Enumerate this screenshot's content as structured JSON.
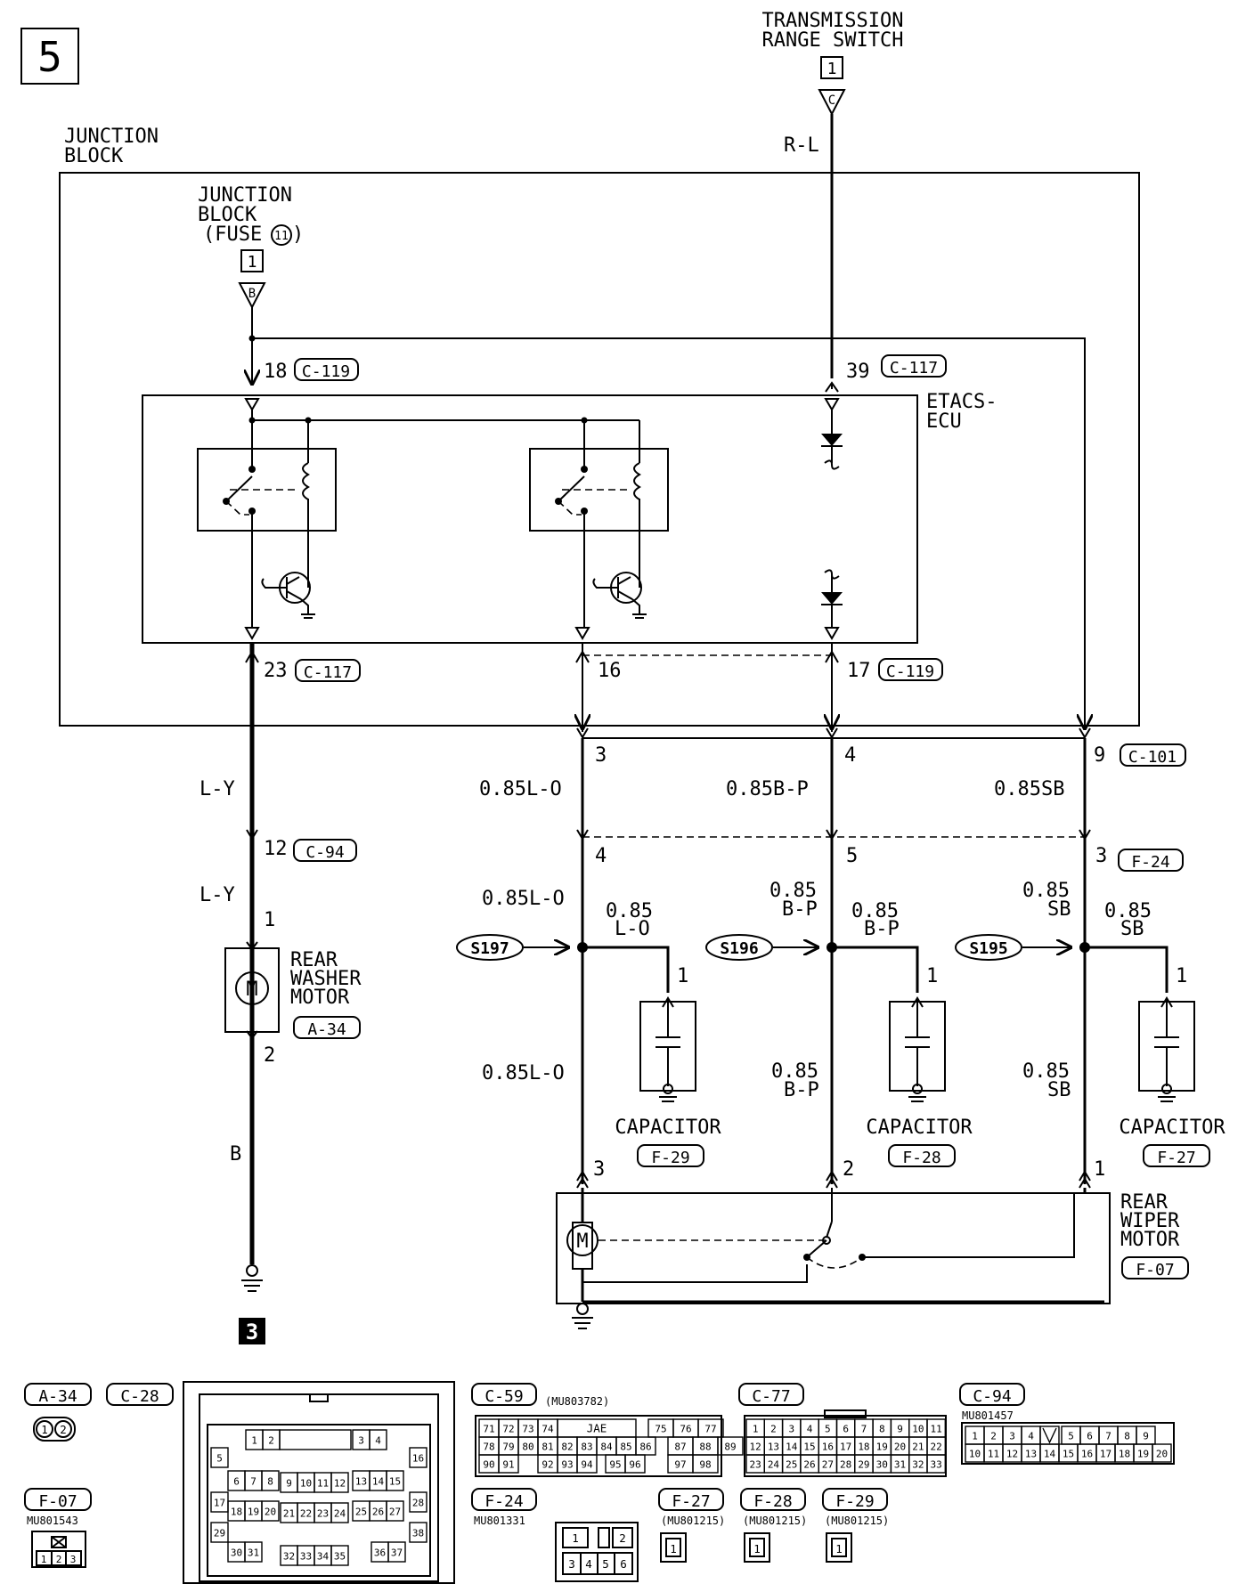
{
  "page_number": "5",
  "ground_ref": "3",
  "top_connector": {
    "label_line1": "TRANSMISSION",
    "label_line2": "RANGE SWITCH",
    "connector_no": "1",
    "letter": "C",
    "wire": "R-L"
  },
  "junction_block": {
    "line1": "JUNCTION",
    "line2": "BLOCK"
  },
  "fuse_source": {
    "line1": "JUNCTION",
    "line2": "BLOCK",
    "line3_prefix": "(FUSE",
    "fuse_no": "11",
    "line3_suffix": ")",
    "connector_no": "1",
    "letter": "B"
  },
  "etacs": {
    "line1": "ETACS-",
    "line2": "ECU"
  },
  "terminals": {
    "t18": "18",
    "c119a": "C-119",
    "t39": "39",
    "c117a": "C-117",
    "t23": "23",
    "c117b": "C-117",
    "t16": "16",
    "t17": "17",
    "c119b": "C-119",
    "t3a": "3",
    "t4a": "4",
    "t9": "9",
    "c101": "C-101",
    "t4b": "4",
    "t5": "5",
    "t3b": "3",
    "f24": "F-24",
    "t12": "12",
    "c94": "C-94",
    "wm1": "1",
    "wm2": "2",
    "rw3": "3",
    "rw2": "2",
    "rw1": "1"
  },
  "wires": {
    "ly1": "L-Y",
    "ly2": "L-Y",
    "b": "B",
    "w_085lo_a": "0.85L-O",
    "w_085bp_a": "0.85B-P",
    "w_085sb_a": "0.85SB",
    "w_085lo_b": "0.85L-O",
    "w_085bp_b1": "0.85",
    "w_085bp_b2": "B-P",
    "w_085sb_b1": "0.85",
    "w_085sb_b2": "SB",
    "cap1_w1": "0.85",
    "cap1_w2": "L-O",
    "cap2_w1": "0.85",
    "cap2_w2": "B-P",
    "cap3_w1": "0.85",
    "cap3_w2": "SB",
    "w_085lo_c": "0.85L-O",
    "w_085bp_c1": "0.85",
    "w_085bp_c2": "B-P",
    "w_085sb_c1": "0.85",
    "w_085sb_c2": "SB"
  },
  "splices": {
    "s197": "S197",
    "s196": "S196",
    "s195": "S195"
  },
  "washer_motor": {
    "line1": "REAR",
    "line2": "WASHER",
    "line3": "MOTOR",
    "connector": "A-34"
  },
  "capacitors": [
    {
      "label": "CAPACITOR",
      "connector": "F-29",
      "pin": "1"
    },
    {
      "label": "CAPACITOR",
      "connector": "F-28",
      "pin": "1"
    },
    {
      "label": "CAPACITOR",
      "connector": "F-27",
      "pin": "1"
    }
  ],
  "wiper_motor": {
    "line1": "REAR",
    "line2": "WIPER",
    "line3": "MOTOR",
    "connector": "F-07"
  },
  "connector_views": {
    "a34": {
      "title": "A-34",
      "pins": [
        "1",
        "2"
      ]
    },
    "c28": {
      "title": "C-28",
      "row1": [
        "1",
        "2",
        "3",
        "4"
      ],
      "row2": [
        "5",
        "16"
      ],
      "row3": [
        "6",
        "7",
        "8",
        "9",
        "10",
        "11",
        "12",
        "13",
        "14",
        "15"
      ],
      "row4": [
        "17",
        "18",
        "19",
        "20",
        "21",
        "22",
        "23",
        "24",
        "25",
        "26",
        "27",
        "28"
      ],
      "row5": [
        "29",
        "38"
      ],
      "row6": [
        "30",
        "31",
        "32",
        "33",
        "34",
        "35",
        "36",
        "37"
      ]
    },
    "c59": {
      "title": "C-59",
      "part": "(MU803782)",
      "maker": "JAE",
      "row1": [
        "71",
        "72",
        "73",
        "74",
        "75",
        "76",
        "77"
      ],
      "row2": [
        "78",
        "79",
        "80",
        "81",
        "82",
        "83",
        "84",
        "85",
        "86",
        "87",
        "88",
        "89"
      ],
      "row3": [
        "90",
        "91",
        "92",
        "93",
        "94",
        "95",
        "96",
        "97",
        "98"
      ]
    },
    "c77": {
      "title": "C-77",
      "row1": [
        "1",
        "2",
        "3",
        "4",
        "5",
        "6",
        "7",
        "8",
        "9",
        "10",
        "11"
      ],
      "row2": [
        "12",
        "13",
        "14",
        "15",
        "16",
        "17",
        "18",
        "19",
        "20",
        "21",
        "22"
      ],
      "row3": [
        "23",
        "24",
        "25",
        "26",
        "27",
        "28",
        "29",
        "30",
        "31",
        "32",
        "33"
      ]
    },
    "c94": {
      "title": "C-94",
      "part": "MU801457",
      "row1": [
        "1",
        "2",
        "3",
        "4",
        "5",
        "6",
        "7",
        "8",
        "9"
      ],
      "row2": [
        "10",
        "11",
        "12",
        "13",
        "14",
        "15",
        "16",
        "17",
        "18",
        "19",
        "20"
      ]
    },
    "f07": {
      "title": "F-07",
      "part": "MU801543",
      "pins": [
        "1",
        "2",
        "3"
      ]
    },
    "f24": {
      "title": "F-24",
      "part": "MU801331",
      "row1": [
        "1",
        "2"
      ],
      "row2": [
        "3",
        "4",
        "5",
        "6"
      ]
    },
    "f27": {
      "title": "F-27",
      "part": "(MU801215)",
      "pin": "1"
    },
    "f28": {
      "title": "F-28",
      "part": "(MU801215)",
      "pin": "1"
    },
    "f29": {
      "title": "F-29",
      "part": "(MU801215)",
      "pin": "1"
    }
  }
}
